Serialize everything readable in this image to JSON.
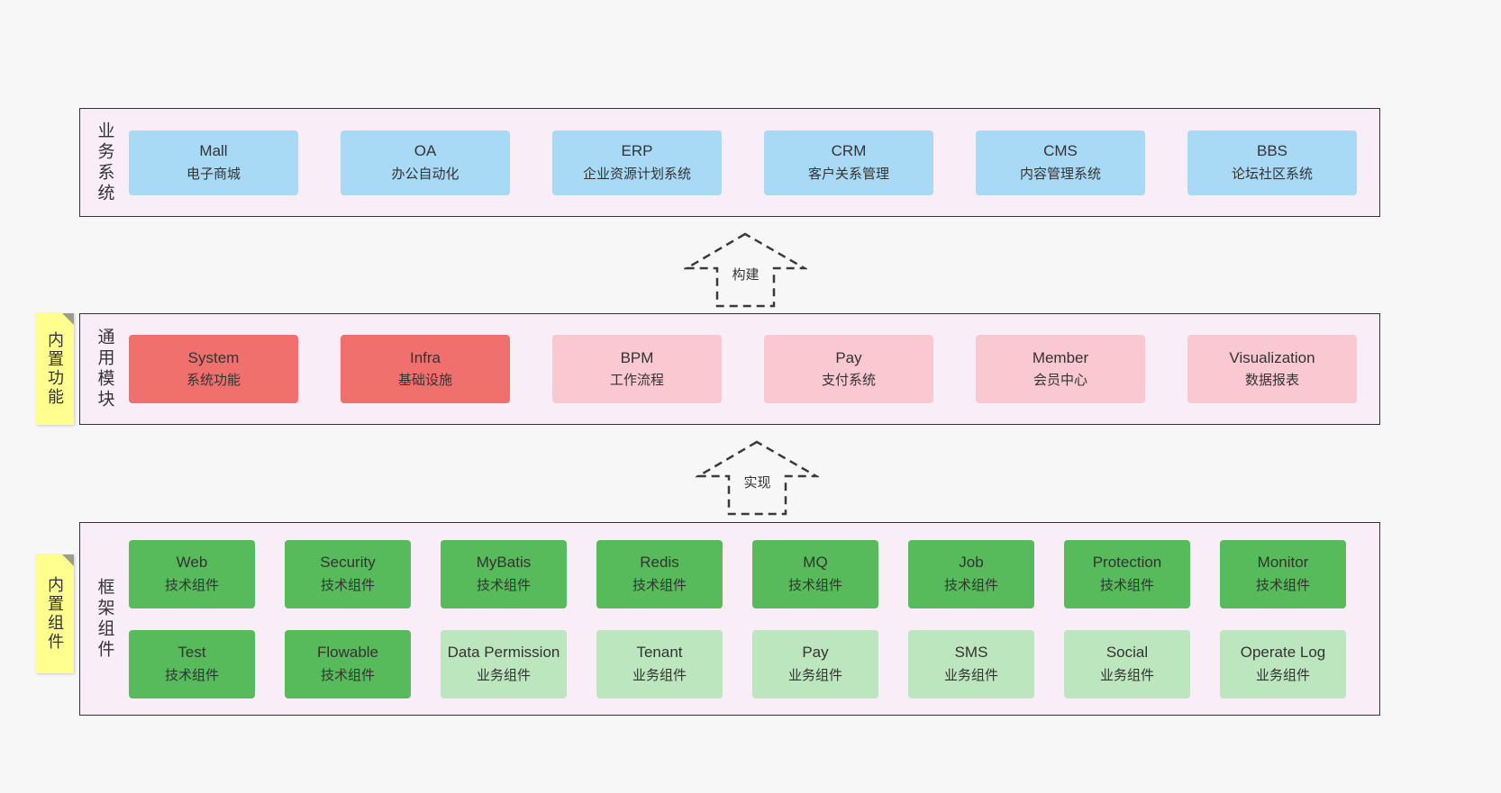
{
  "colors": {
    "page_background": "#f7f7f7",
    "panel_background": "#f9eef7",
    "panel_border": "#333333",
    "blue_box": "#a8d9f5",
    "red_box": "#f0706d",
    "pink_box": "#f9c8d0",
    "green_box": "#58bb5b",
    "lightgreen_box": "#bce6bd",
    "sticky_yellow": "#feff8f"
  },
  "business_layer": {
    "side_label": "业务系统",
    "boxes": [
      {
        "title": "Mall",
        "subtitle": "电子商城",
        "variant": "blue"
      },
      {
        "title": "OA",
        "subtitle": "办公自动化",
        "variant": "blue"
      },
      {
        "title": "ERP",
        "subtitle": "企业资源计划系统",
        "variant": "blue"
      },
      {
        "title": "CRM",
        "subtitle": "客户关系管理",
        "variant": "blue"
      },
      {
        "title": "CMS",
        "subtitle": "内容管理系统",
        "variant": "blue"
      },
      {
        "title": "BBS",
        "subtitle": "论坛社区系统",
        "variant": "blue"
      }
    ]
  },
  "arrows": {
    "build": {
      "label": "构建"
    },
    "implement": {
      "label": "实现"
    }
  },
  "module_layer": {
    "side_label": "通用模块",
    "sticky_label": "内置功能",
    "boxes": [
      {
        "title": "System",
        "subtitle": "系统功能",
        "variant": "red"
      },
      {
        "title": "Infra",
        "subtitle": "基础设施",
        "variant": "red"
      },
      {
        "title": "BPM",
        "subtitle": "工作流程",
        "variant": "pink"
      },
      {
        "title": "Pay",
        "subtitle": "支付系统",
        "variant": "pink"
      },
      {
        "title": "Member",
        "subtitle": "会员中心",
        "variant": "pink"
      },
      {
        "title": "Visualization",
        "subtitle": "数据报表",
        "variant": "pink"
      }
    ]
  },
  "component_layer": {
    "side_label": "框架组件",
    "sticky_label": "内置组件",
    "rows": [
      [
        {
          "title": "Web",
          "subtitle": "技术组件",
          "variant": "green"
        },
        {
          "title": "Security",
          "subtitle": "技术组件",
          "variant": "green"
        },
        {
          "title": "MyBatis",
          "subtitle": "技术组件",
          "variant": "green"
        },
        {
          "title": "Redis",
          "subtitle": "技术组件",
          "variant": "green"
        },
        {
          "title": "MQ",
          "subtitle": "技术组件",
          "variant": "green"
        },
        {
          "title": "Job",
          "subtitle": "技术组件",
          "variant": "green"
        },
        {
          "title": "Protection",
          "subtitle": "技术组件",
          "variant": "green"
        },
        {
          "title": "Monitor",
          "subtitle": "技术组件",
          "variant": "green"
        }
      ],
      [
        {
          "title": "Test",
          "subtitle": "技术组件",
          "variant": "green"
        },
        {
          "title": "Flowable",
          "subtitle": "技术组件",
          "variant": "green"
        },
        {
          "title": "Data Permission",
          "subtitle": "业务组件",
          "variant": "lightgreen"
        },
        {
          "title": "Tenant",
          "subtitle": "业务组件",
          "variant": "lightgreen"
        },
        {
          "title": "Pay",
          "subtitle": "业务组件",
          "variant": "lightgreen"
        },
        {
          "title": "SMS",
          "subtitle": "业务组件",
          "variant": "lightgreen"
        },
        {
          "title": "Social",
          "subtitle": "业务组件",
          "variant": "lightgreen"
        },
        {
          "title": "Operate Log",
          "subtitle": "业务组件",
          "variant": "lightgreen"
        }
      ]
    ]
  }
}
